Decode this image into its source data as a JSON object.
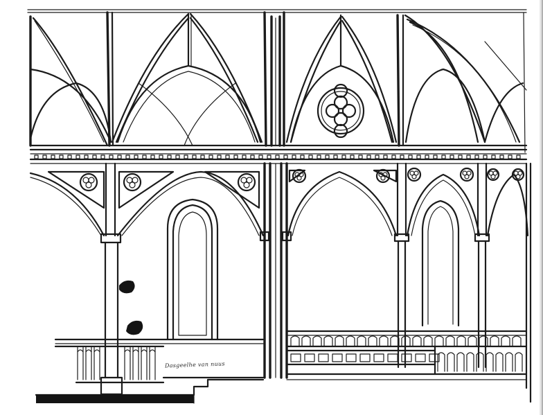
{
  "drawing": {
    "caption": "Dasgeelhe van nuus",
    "colors": {
      "ink": "#1b1b1b",
      "paper": "#ffffff"
    },
    "icons": [
      "quatrefoil-rose-window",
      "trefoil-ornament"
    ]
  }
}
